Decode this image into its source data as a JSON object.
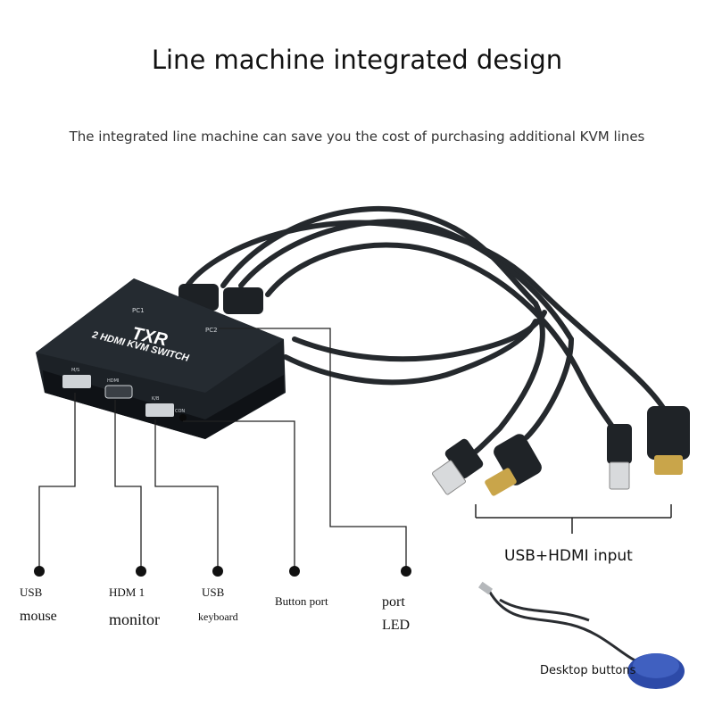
{
  "title": "Line machine integrated design",
  "subtitle": "The integrated line machine can save you the cost of purchasing additional KVM lines",
  "device": {
    "brand": "TXR",
    "model": "2 HDMI KVM SWITCH",
    "port_labels": {
      "pc1": "PC1",
      "pc2": "PC2",
      "ms": "M/S",
      "hdmi": "HDMI",
      "kb": "K/B",
      "con": "CON"
    }
  },
  "callouts": {
    "usb_mouse": {
      "line1": "USB",
      "line2": "mouse"
    },
    "hdmi_monitor": {
      "line1": "HDM 1",
      "line2": "monitor"
    },
    "usb_keyboard": {
      "line1": "USB",
      "line2": "keyboard"
    },
    "button_port": {
      "line1": "Button port"
    },
    "port_led": {
      "line1": "port",
      "line2": "LED"
    },
    "inputs": {
      "label": "USB+HDMI input"
    },
    "desktop_buttons": {
      "label": "Desktop buttons"
    }
  },
  "colors": {
    "device": "#1c2126",
    "cable": "#25292d",
    "button": "#2d4aa8",
    "callout_line": "#222222"
  }
}
